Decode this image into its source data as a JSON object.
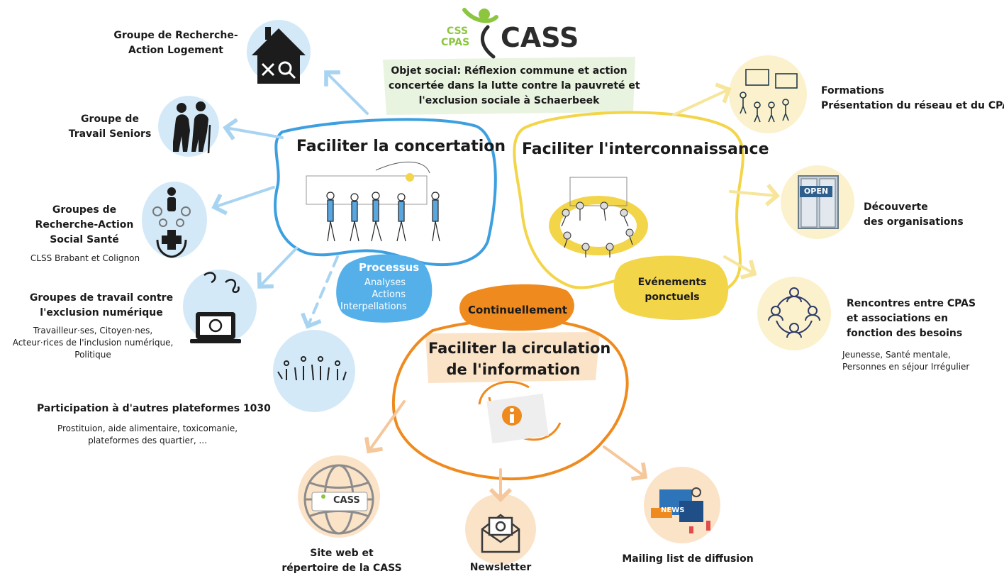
{
  "logo": {
    "small_top": "CSS",
    "small_bottom": "CPAS",
    "name": "CASS"
  },
  "objet_social": {
    "line1": "Objet social: Réflexion commune et action",
    "line2": "concertée dans la lutte contre la pauvreté et",
    "line3": "l'exclusion sociale à Schaerbeek"
  },
  "concertation": {
    "title": "Faciliter la concertation",
    "processus": {
      "title": "Processus",
      "items": [
        "Analyses",
        "Actions",
        "Interpellations"
      ]
    },
    "groups": [
      {
        "title_lines": [
          "Groupe de Recherche-",
          "Action Logement"
        ]
      },
      {
        "title_lines": [
          "Groupe de",
          "Travail Seniors"
        ]
      },
      {
        "title_lines": [
          "Groupes de",
          "Recherche-Action",
          "Social Santé"
        ],
        "sub_lines": [
          "CLSS Brabant et Colignon"
        ]
      },
      {
        "title_lines": [
          "Groupes de travail contre",
          "l'exclusion numérique"
        ],
        "sub_lines": [
          "Travailleur·ses, Citoyen·nes,",
          "Acteur·rices de l'inclusion numérique,",
          "Politique"
        ]
      },
      {
        "title_lines": [
          "Participation à d'autres plateformes 1030"
        ],
        "sub_lines": [
          "Prostituion, aide alimentaire, toxicomanie,",
          "plateformes des quartier, ..."
        ]
      }
    ]
  },
  "interconnaissance": {
    "title": "Faciliter l'interconnaissance",
    "evenements": {
      "lines": [
        "Evénements",
        "ponctuels"
      ]
    },
    "open_sign": "OPEN",
    "items": [
      {
        "title_lines": [
          "Formations",
          "Présentation du réseau et du CPAS"
        ]
      },
      {
        "title_lines": [
          "Découverte",
          "des organisations"
        ]
      },
      {
        "title_lines": [
          "Rencontres entre CPAS",
          "et associations en",
          "fonction des besoins"
        ],
        "sub_lines": [
          "Jeunesse, Santé mentale,",
          "Personnes en séjour Irrégulier"
        ]
      }
    ]
  },
  "information": {
    "title_lines": [
      "Faciliter la circulation",
      "de l'information"
    ],
    "continuellement": "Continuellement",
    "items": [
      {
        "title_lines": [
          "Site web et",
          "répertoire de la CASS"
        ],
        "logo_text": "CASS"
      },
      {
        "title_lines": [
          "Newsletter"
        ]
      },
      {
        "title_lines": [
          "Mailing list de diffusion"
        ],
        "badge": "NEWS"
      }
    ]
  },
  "colors": {
    "blue": "#3d9fe0",
    "blue_light": "#d3e9f8",
    "blue_arrow": "#a8d4f2",
    "yellow": "#f3d54a",
    "yellow_light": "#fbf1cc",
    "orange": "#ef8a1f",
    "orange_light": "#fbe3c8",
    "green": "#8cc63f"
  }
}
